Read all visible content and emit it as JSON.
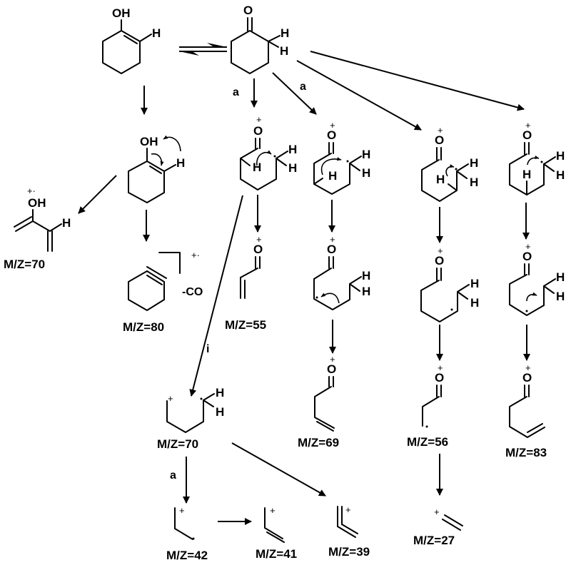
{
  "diagram": {
    "type": "mass-spectrometry fragmentation scheme",
    "subject": "cyclohexanone / cyclohexenol (enol) fragmentation pathways",
    "atoms": {
      "oxygen": "O",
      "hydroxyl": "OH",
      "hydrogen": "H",
      "plus": "+",
      "radical_cation": "+·"
    },
    "pathway_labels": {
      "alpha_cleavage": "a",
      "inductive_cleavage": "i",
      "loss_co": "-CO"
    },
    "mz_labels": {
      "enol_fragment": "M/Z=70",
      "cyclohexyne": "M/Z=80",
      "acylium_55": "M/Z=55",
      "alkyl_70": "M/Z=70",
      "acylium_69": "M/Z=69",
      "acylium_56": "M/Z=56",
      "acylium_83": "M/Z=83",
      "ion_42": "M/Z=42",
      "ion_41": "M/Z=41",
      "ion_39": "M/Z=39",
      "ion_27": "M/Z=27"
    },
    "species": [
      {
        "id": "cyclohexenol",
        "label": "enol tautomer"
      },
      {
        "id": "cyclohexanone",
        "label": "keto tautomer"
      },
      {
        "id": "enol-h-transfer",
        "label": "enol with H transfer"
      },
      {
        "id": "frag-m70-enol",
        "mz": 70
      },
      {
        "id": "frag-m80",
        "mz": 80
      },
      {
        "id": "alpha-ion-1",
        "label": "ring-opened acylium, H-shift"
      },
      {
        "id": "alpha-ion-2",
        "label": "ring-opened acylium, H-shift"
      },
      {
        "id": "alpha-ion-3",
        "label": "ring-opened acylium, H-shift"
      },
      {
        "id": "alpha-ion-4",
        "label": "ring-opened acylium, H-shift"
      },
      {
        "id": "frag-m55",
        "mz": 55
      },
      {
        "id": "frag-m69",
        "mz": 69
      },
      {
        "id": "frag-m56",
        "mz": 56
      },
      {
        "id": "frag-m83",
        "mz": 83
      },
      {
        "id": "frag-m70-alkyl",
        "mz": 70
      },
      {
        "id": "frag-m42",
        "mz": 42
      },
      {
        "id": "frag-m41",
        "mz": 41
      },
      {
        "id": "frag-m39",
        "mz": 39
      },
      {
        "id": "frag-m27",
        "mz": 27
      }
    ]
  }
}
